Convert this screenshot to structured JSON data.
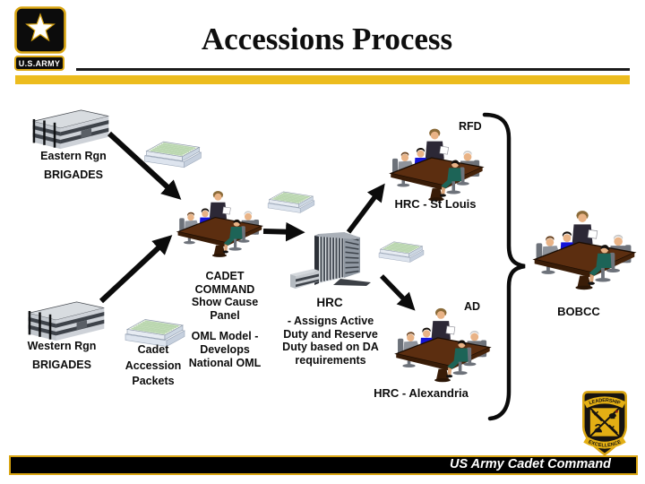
{
  "slide": {
    "title": "Accessions Process"
  },
  "army_logo": {
    "label": "U.S.ARMY"
  },
  "nodes": {
    "eastern": {
      "line1": "Eastern Rgn",
      "line2": "BRIGADES"
    },
    "western": {
      "line1": "Western Rgn",
      "line2": "BRIGADES"
    },
    "packets": {
      "line1": "Cadet",
      "line2": "Accession",
      "line3": "Packets"
    },
    "cadet_command": {
      "l1": "CADET",
      "l2": "COMMAND",
      "l3": "Show Cause",
      "l4": "Panel",
      "l5": "OML Model -",
      "l6": "Develops",
      "l7": "National OML"
    },
    "hrc": {
      "name": "HRC",
      "d1": "- Assigns Active",
      "d2": "Duty and Reserve",
      "d3": "Duty based on DA",
      "d4": "requirements"
    },
    "st_louis": {
      "tag": "RFD",
      "caption": "HRC - St Louis"
    },
    "alexandria": {
      "tag": "AD",
      "caption": "HRC - Alexandria"
    },
    "bobcc": {
      "caption": "BOBCC"
    }
  },
  "footer": {
    "banner": "US Army Cadet Command",
    "patch_top": "LEADERSHIP",
    "patch_bottom": "EXCELLENCE"
  },
  "colors": {
    "gold": "#ecbc1e",
    "patch_gold": "#d9a512",
    "black": "#0d0d0d",
    "table_brown": "#5c2e10",
    "suit_gray": "#8e939b",
    "dress_blue": "#1414d8",
    "dress_teal": "#1d6457",
    "building_gray": "#ced2d8"
  },
  "icons": {
    "army_star_logo": "white star on black shield",
    "office_building": "isometric brigade building",
    "paper_stack": "bundle of accession packets",
    "conference_table": "meeting of five people at table",
    "skyscraper": "HRC tower",
    "arrow": "process flow arrow",
    "curly_brace": "merge brace",
    "cadet_command_patch": "ROTC shield with sword, lamp, helmet"
  }
}
